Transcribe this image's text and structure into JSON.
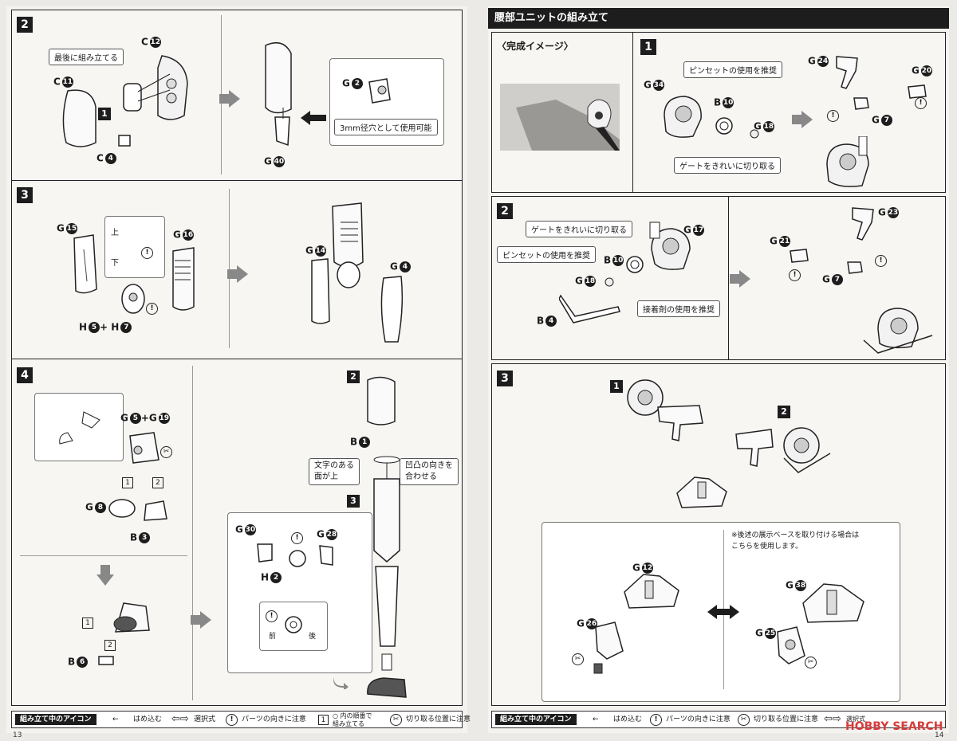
{
  "left": {
    "page_number": "13",
    "steps": {
      "s2": "2",
      "s3": "3",
      "s4": "4",
      "sub1": "1",
      "sub2": "2",
      "sub3": "3"
    },
    "notes": {
      "last_assemble": "最後に組み立てる",
      "use_3mm": "3mm径穴として使用可能",
      "top": "上",
      "bottom": "下",
      "text_up": "文字のある\n面が上",
      "align_notch": "凹凸の向きを\n合わせる",
      "front": "前",
      "back": "後"
    },
    "labels": {
      "c12": "C",
      "c12n": "12",
      "c11": "C",
      "c11n": "11",
      "c4": "C",
      "c4n": "4",
      "g2": "G",
      "g2n": "2",
      "g40": "G",
      "g40n": "40",
      "g15": "G",
      "g15n": "15",
      "g16": "G",
      "g16n": "16",
      "h5h7": "H",
      "h5n": "5",
      "h7": "+ H",
      "h7n": "7",
      "g14": "G",
      "g14n": "14",
      "g4": "G",
      "g4n": "4",
      "g5g19": "G",
      "g5n": "5",
      "g19": "+G",
      "g19n": "19",
      "g8": "G",
      "g8n": "8",
      "b3": "B",
      "b3n": "3",
      "b6": "B",
      "b6n": "6",
      "b1": "B",
      "b1n": "1",
      "g30": "G",
      "g30n": "30",
      "g28": "G",
      "g28n": "28",
      "h2": "H",
      "h2n": "2",
      "circ1": "1",
      "circ2": "2"
    }
  },
  "right": {
    "page_number": "14",
    "title": "腰部ユニットの組み立て",
    "finished_image": "〈完成イメージ〉",
    "steps": {
      "s1": "1",
      "s2": "2",
      "s3": "3",
      "sub1": "1",
      "sub2": "2"
    },
    "notes": {
      "use_tweezers": "ピンセットの使用を推奨",
      "cut_gate": "ゲートをきれいに切り取る",
      "use_glue": "接着剤の使用を推奨",
      "base_note": "※後述の展示ベースを取り付ける場合は\nこちらを使用します。"
    },
    "labels": {
      "g24": "G",
      "g24n": "24",
      "g20": "G",
      "g20n": "20",
      "g34": "G",
      "g34n": "34",
      "b10": "B",
      "b10n": "10",
      "g18": "G",
      "g18n": "18",
      "g7": "G",
      "g7n": "7",
      "g17": "G",
      "g17n": "17",
      "b4": "B",
      "b4n": "4",
      "g23": "G",
      "g23n": "23",
      "g21": "G",
      "g21n": "21",
      "g12": "G",
      "g12n": "12",
      "g26": "G",
      "g26n": "26",
      "g38": "G",
      "g38n": "38",
      "g25": "G",
      "g25n": "25"
    }
  },
  "legend": {
    "title": "組み立て中のアイコン",
    "fit": "はめ込む",
    "select": "選択式",
    "orientation": "パーツの向きに注意",
    "order": "○ 内の順番で\n組み立てる",
    "cut": "切り取る位置に注意"
  },
  "watermark": "HOBBY SEARCH",
  "colors": {
    "ink": "#1d1d1d",
    "paper": "#f7f6f3",
    "arrow": "#888888",
    "watermark": "#d83c3c"
  }
}
